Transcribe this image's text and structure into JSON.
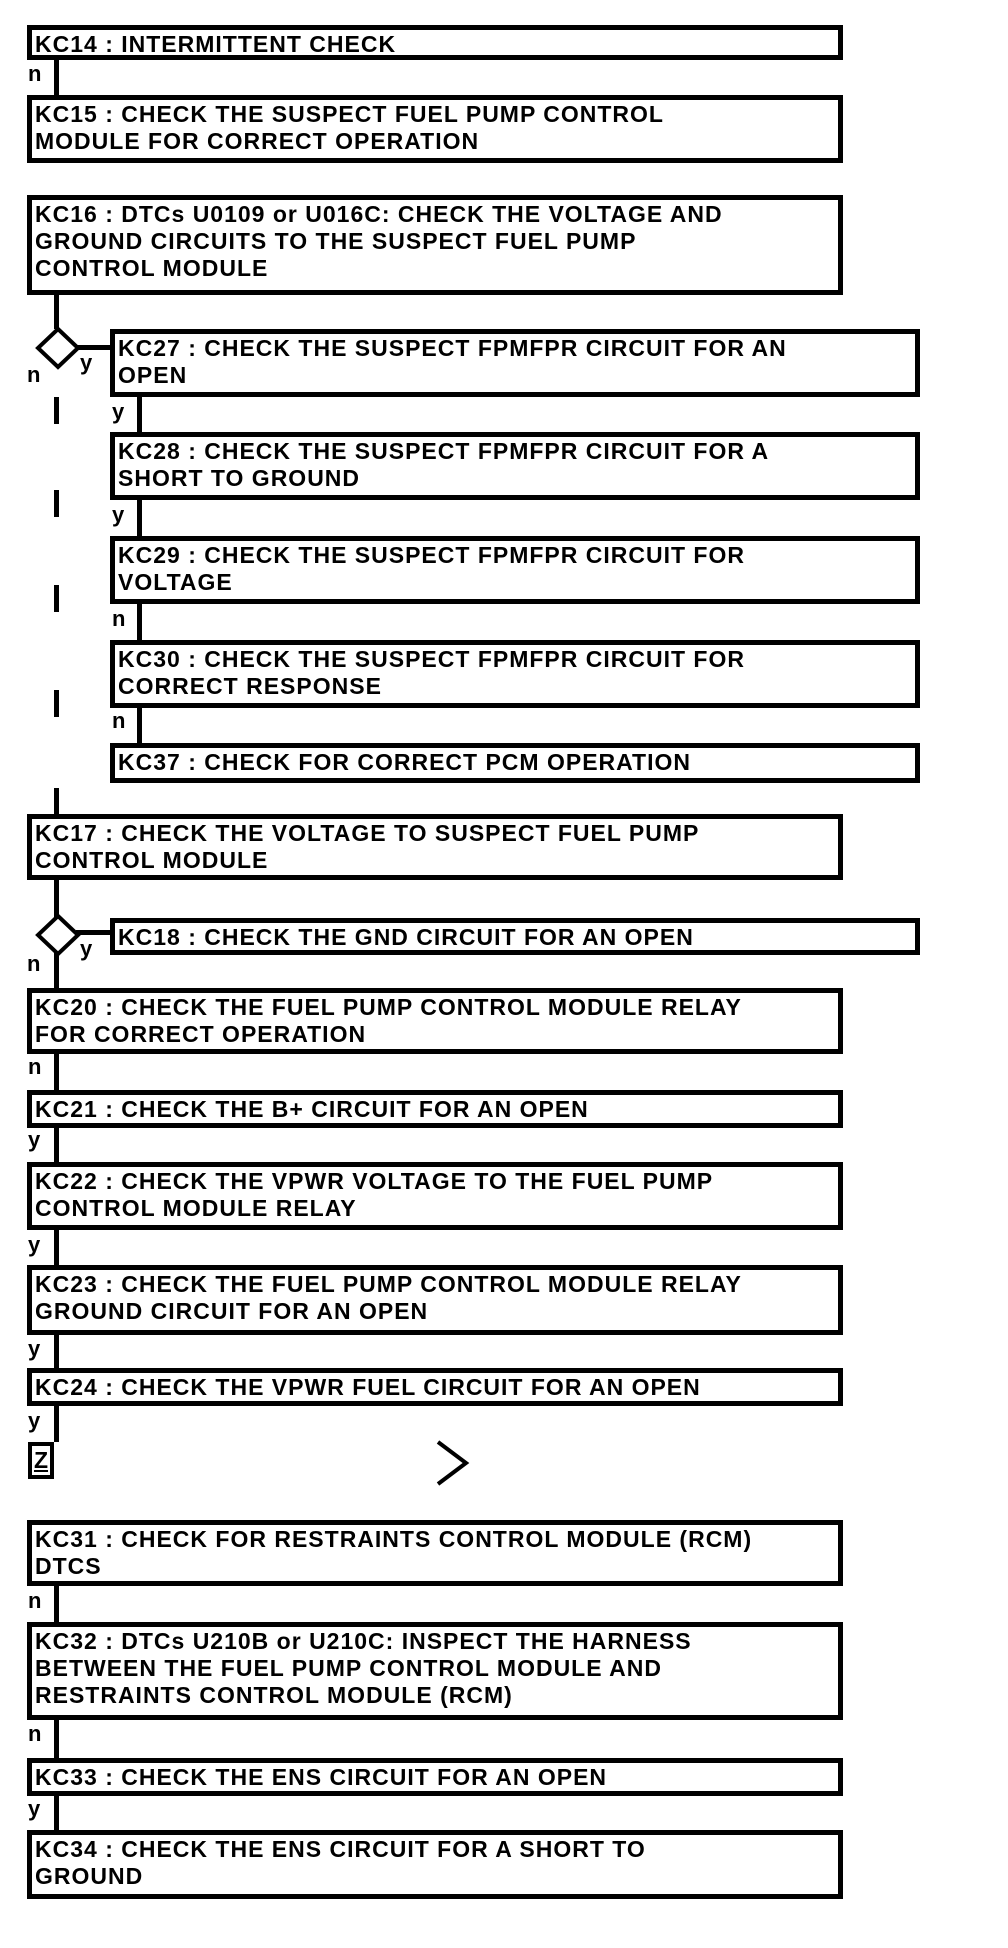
{
  "colors": {
    "stroke": "#000000",
    "background": "#ffffff"
  },
  "nodes": {
    "kc14": {
      "text": "KC14 : INTERMITTENT CHECK"
    },
    "kc15": {
      "text": "KC15 : CHECK THE SUSPECT FUEL PUMP CONTROL\nMODULE FOR CORRECT OPERATION"
    },
    "kc16": {
      "text": "KC16 : DTCs U0109 or U016C: CHECK THE VOLTAGE AND\nGROUND CIRCUITS TO THE SUSPECT FUEL PUMP\nCONTROL MODULE"
    },
    "kc27": {
      "text": "KC27 : CHECK THE SUSPECT FPMFPR CIRCUIT FOR AN\nOPEN"
    },
    "kc28": {
      "text": "KC28 : CHECK THE SUSPECT FPMFPR CIRCUIT FOR A\nSHORT TO GROUND"
    },
    "kc29": {
      "text": "KC29 : CHECK THE SUSPECT FPMFPR CIRCUIT FOR\nVOLTAGE"
    },
    "kc30": {
      "text": "KC30 : CHECK THE SUSPECT FPMFPR CIRCUIT FOR\nCORRECT RESPONSE"
    },
    "kc37": {
      "text": "KC37 : CHECK FOR CORRECT PCM OPERATION"
    },
    "kc17": {
      "text": "KC17 : CHECK THE VOLTAGE TO SUSPECT FUEL PUMP\nCONTROL MODULE"
    },
    "kc18": {
      "text": "KC18 : CHECK THE GND CIRCUIT FOR AN OPEN"
    },
    "kc20": {
      "text": "KC20 : CHECK THE FUEL PUMP CONTROL MODULE RELAY\nFOR CORRECT OPERATION"
    },
    "kc21": {
      "text": "KC21 : CHECK THE B+ CIRCUIT FOR AN OPEN"
    },
    "kc22": {
      "text": "KC22 : CHECK THE VPWR VOLTAGE TO THE FUEL PUMP\nCONTROL MODULE RELAY"
    },
    "kc23": {
      "text": "KC23 : CHECK THE FUEL PUMP CONTROL MODULE RELAY\nGROUND CIRCUIT FOR AN OPEN"
    },
    "kc24": {
      "text": "KC24 : CHECK THE VPWR FUEL CIRCUIT FOR AN OPEN"
    },
    "z": {
      "text": "Z"
    },
    "kc31": {
      "text": "KC31 : CHECK FOR RESTRAINTS CONTROL MODULE (RCM)\nDTCS"
    },
    "kc32": {
      "text": "KC32 : DTCs U210B or U210C: INSPECT THE HARNESS\nBETWEEN THE FUEL PUMP CONTROL MODULE AND\nRESTRAINTS CONTROL MODULE (RCM)"
    },
    "kc33": {
      "text": "KC33 : CHECK THE ENS CIRCUIT FOR AN OPEN"
    },
    "kc34": {
      "text": "KC34 : CHECK THE ENS CIRCUIT FOR A SHORT TO\nGROUND"
    }
  },
  "branch_labels": {
    "kc14_out": "n",
    "d1_yes": "y",
    "d1_no": "n",
    "kc27_out": "y",
    "kc28_out": "y",
    "kc29_out": "n",
    "kc30_out": "n",
    "d2_yes": "y",
    "d2_no": "n",
    "kc20_out": "n",
    "kc21_out": "y",
    "kc22_out": "y",
    "kc23_out": "y",
    "kc24_out": "y",
    "kc31_out": "n",
    "kc32_out": "n",
    "kc33_out": "y"
  }
}
